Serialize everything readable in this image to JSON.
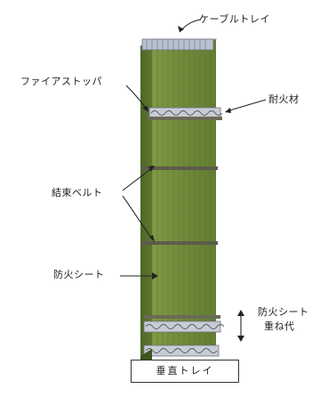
{
  "labels": {
    "cable_tray": "ケーブルトレイ",
    "fire_stopper": "ファイアストッパ",
    "fireproof_material": "耐火材",
    "binding_belt": "結束ベルト",
    "fire_sheet": "防火シート",
    "overlap_line1": "防火シート",
    "overlap_line2": "重ね代"
  },
  "caption": "垂直トレイ",
  "colors": {
    "sheet_green": "#6f8a3a",
    "sheet_dark": "#4e6628",
    "belt": "#5c5c4a",
    "stopper_silver": "#c8ccd4"
  }
}
